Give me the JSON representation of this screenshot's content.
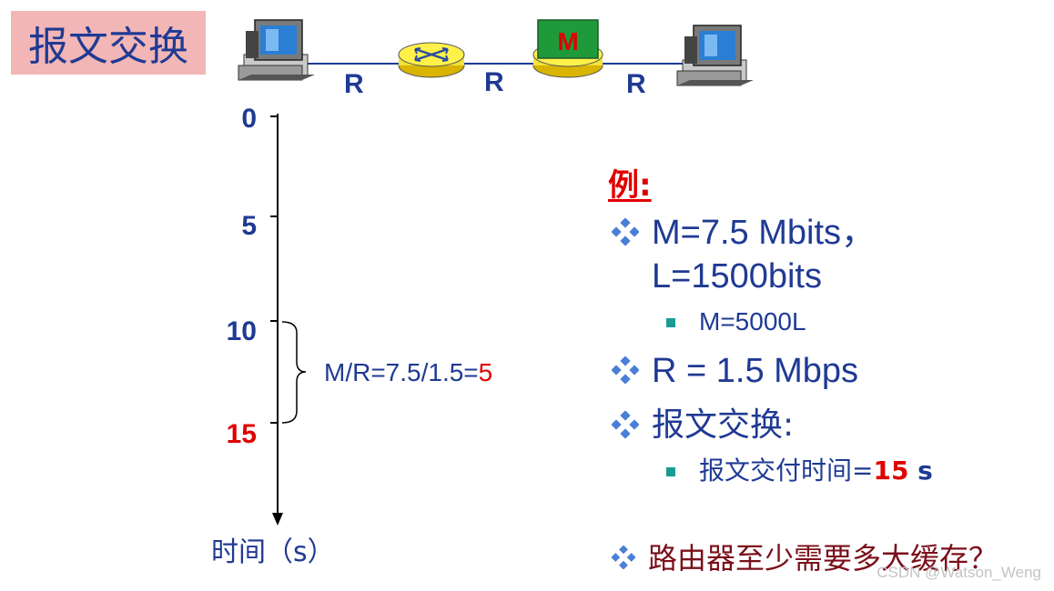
{
  "title": "报文交换",
  "network": {
    "link_labels": [
      "R",
      "R",
      "R"
    ],
    "message_label": "M"
  },
  "timeline": {
    "ticks": [
      "0",
      "5",
      "10",
      "15"
    ],
    "brace_text": "M/R=7.5/1.5=",
    "brace_result": "5",
    "axis_label": "时间（s）"
  },
  "example": {
    "title": "例:",
    "m_line1": "M=7.5 Mbits，",
    "m_line2": "L=1500bits",
    "m_sub": "M=5000L",
    "r_line": "R = 1.5 Mbps",
    "switch_line": "报文交换:",
    "delivery_prefix": "报文交付时间=",
    "delivery_value": "15",
    "delivery_unit": " s",
    "question": "路由器至少需要多大缓存？"
  },
  "watermark": "CSDN @Watson_Weng",
  "colors": {
    "text_blue": "#1f3a93",
    "accent_red": "#e00000",
    "title_bg": "#f2b6b6",
    "bullet_teal": "#1a9c94",
    "question_maroon": "#7a0f1a"
  }
}
